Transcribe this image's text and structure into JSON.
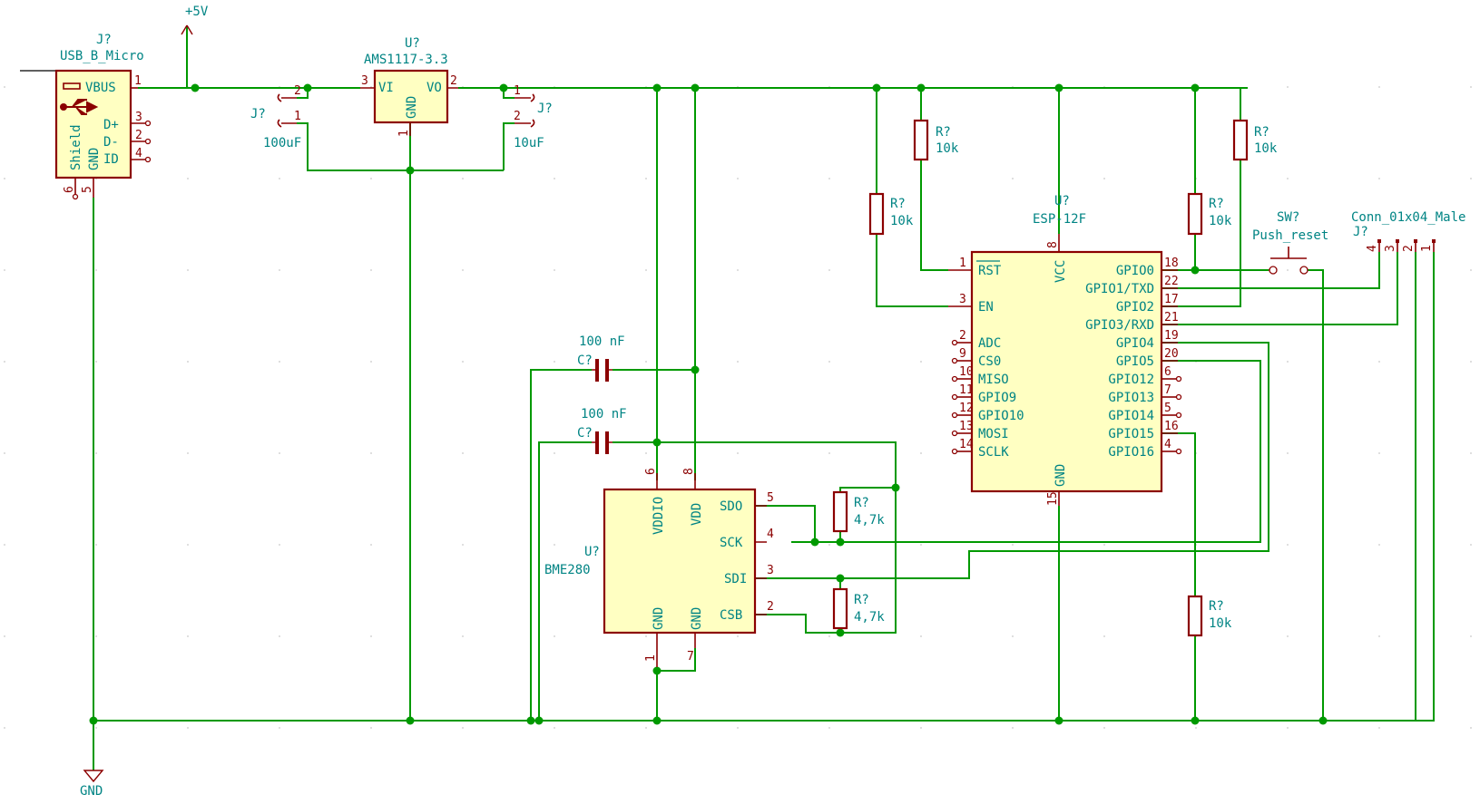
{
  "power": {
    "vcc_label": "+5V",
    "gnd_label": "GND"
  },
  "usb": {
    "ref": "J?",
    "value": "USB_B_Micro",
    "pins": {
      "vbus": "VBUS",
      "dplus": "D+",
      "dminus": "D-",
      "id": "ID",
      "shield": "Shield",
      "gnd": "GND"
    },
    "pin_numbers": {
      "vbus": "1",
      "dplus": "3",
      "dminus": "2",
      "id": "4",
      "shield": "6",
      "gnd": "5"
    }
  },
  "regulator": {
    "ref": "U?",
    "value": "AMS1117-3.3",
    "pins": {
      "vi": "VI",
      "vo": "VO",
      "gnd": "GND"
    },
    "pin_numbers": {
      "vi": "3",
      "vo": "2",
      "gnd": "1"
    }
  },
  "cap_in": {
    "ref": "J?",
    "value": "100uF",
    "pin_a": "2",
    "pin_b": "1"
  },
  "cap_out": {
    "ref": "J?",
    "value": "10uF",
    "pin_a": "1",
    "pin_b": "2"
  },
  "esp": {
    "ref": "U?",
    "value": "ESP-12F",
    "left_pins": [
      {
        "name": "RST",
        "num": "1"
      },
      {
        "name": "EN",
        "num": "3"
      },
      {
        "name": "ADC",
        "num": "2"
      },
      {
        "name": "CS0",
        "num": "9"
      },
      {
        "name": "MISO",
        "num": "10"
      },
      {
        "name": "GPIO9",
        "num": "11"
      },
      {
        "name": "GPIO10",
        "num": "12"
      },
      {
        "name": "MOSI",
        "num": "13"
      },
      {
        "name": "SCLK",
        "num": "14"
      }
    ],
    "right_pins": [
      {
        "name": "GPIO0",
        "num": "18"
      },
      {
        "name": "GPIO1/TXD",
        "num": "22"
      },
      {
        "name": "GPIO2",
        "num": "17"
      },
      {
        "name": "GPIO3/RXD",
        "num": "21"
      },
      {
        "name": "GPIO4",
        "num": "19"
      },
      {
        "name": "GPIO5",
        "num": "20"
      },
      {
        "name": "GPIO12",
        "num": "6"
      },
      {
        "name": "GPIO13",
        "num": "7"
      },
      {
        "name": "GPIO14",
        "num": "5"
      },
      {
        "name": "GPIO15",
        "num": "16"
      },
      {
        "name": "GPIO16",
        "num": "4"
      }
    ],
    "vcc": {
      "name": "VCC",
      "num": "8"
    },
    "gnd": {
      "name": "GND",
      "num": "15"
    }
  },
  "bme": {
    "ref": "U?",
    "value": "BME280",
    "pins": {
      "vddio": "VDDIO",
      "vdd": "VDD",
      "sdo": "SDO",
      "sck": "SCK",
      "sdi": "SDI",
      "csb": "CSB",
      "gnd1": "GND",
      "gnd2": "GND"
    },
    "pin_numbers": {
      "vddio": "6",
      "vdd": "8",
      "sdo": "5",
      "sck": "4",
      "sdi": "3",
      "csb": "2",
      "gnd1": "1",
      "gnd2": "7"
    }
  },
  "caps": [
    {
      "ref": "C?",
      "value": "100 nF"
    },
    {
      "ref": "C?",
      "value": "100 nF"
    }
  ],
  "resistors": [
    {
      "ref": "R?",
      "value": "10k"
    },
    {
      "ref": "R?",
      "value": "10k"
    },
    {
      "ref": "R?",
      "value": "10k"
    },
    {
      "ref": "R?",
      "value": "10k"
    },
    {
      "ref": "R?",
      "value": "10k"
    },
    {
      "ref": "R?",
      "value": "4,7k"
    },
    {
      "ref": "R?",
      "value": "4,7k"
    }
  ],
  "switch": {
    "ref": "SW?",
    "value": "Push_reset"
  },
  "connector": {
    "ref": "J?",
    "value": "Conn_01x04_Male",
    "pins": [
      "4",
      "3",
      "2",
      "1"
    ]
  }
}
